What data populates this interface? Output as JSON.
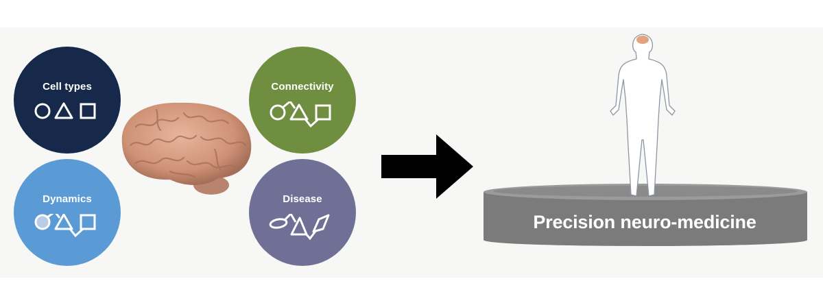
{
  "categories": [
    {
      "id": "cell-types",
      "label": "Cell types",
      "color": "#16294a"
    },
    {
      "id": "connectivity",
      "label": "Connectivity",
      "color": "#6f8e3f"
    },
    {
      "id": "dynamics",
      "label": "Dynamics",
      "color": "#5b9bd5"
    },
    {
      "id": "disease",
      "label": "Disease",
      "color": "#706f96"
    }
  ],
  "outcome": {
    "label": "Precision neuro-medicine",
    "platform_color": "#808080"
  },
  "icons": [
    "brain-image",
    "right-arrow-icon",
    "human-figure-icon"
  ]
}
